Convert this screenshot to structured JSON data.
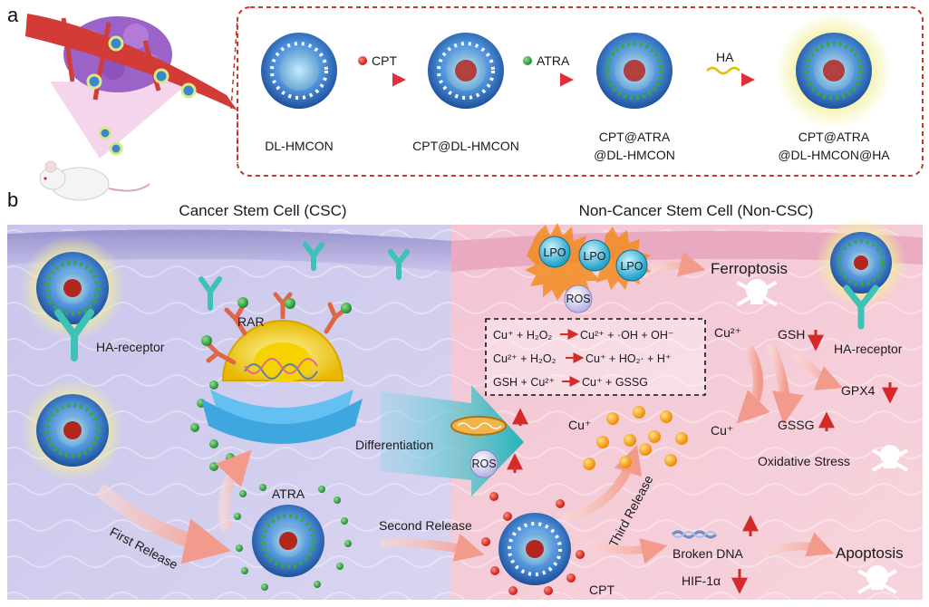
{
  "panel_a": {
    "letter": "a",
    "stages": [
      {
        "label_lines": [
          "DL-HMCON"
        ]
      },
      {
        "label_lines": [
          "CPT@DL-HMCON"
        ]
      },
      {
        "label_lines": [
          "CPT@ATRA",
          "@DL-HMCON"
        ]
      },
      {
        "label_lines": [
          "CPT@ATRA",
          "@DL-HMCON@HA"
        ]
      }
    ],
    "arrow_labels": [
      "CPT",
      "ATRA",
      "HA"
    ]
  },
  "panel_b": {
    "letter": "b",
    "left_title": "Cancer Stem Cell (CSC)",
    "right_title": "Non-Cancer Stem Cell (Non-CSC)",
    "ha_receptor_label": "HA-receptor",
    "rar_label": "RAR",
    "atra_label": "ATRA",
    "differentiation_label": "Differentiation",
    "first_release_label": "First Release",
    "second_release_label": "Second Release",
    "third_release_label": "Third Release",
    "lpo_labels": [
      "LPO",
      "LPO",
      "LPO"
    ],
    "ferroptosis_label": "Ferroptosis",
    "ros_label": "ROS",
    "ros_label_2": "ROS",
    "cu2_label": "Cu²⁺",
    "cu_plus_label": "Cu⁺",
    "cu_plus_label_2": "Cu⁺",
    "gsh_label": "GSH",
    "ha_receptor_right_label": "HA-receptor",
    "gpx4_label": "GPX4",
    "gssg_label": "GSSG",
    "oxidative_stress_label": "Oxidative Stress",
    "broken_dna_label": "Broken DNA",
    "apoptosis_label": "Apoptosis",
    "hif_label": "HIF-1α",
    "cpt_label": "CPT",
    "reactions": [
      {
        "left": "Cu⁺ + H₂O₂",
        "right": "Cu²⁺ + ·OH + OH⁻"
      },
      {
        "left": "Cu²⁺ + H₂O₂",
        "right": "Cu⁺ + HO₂· + H⁺"
      },
      {
        "left": "GSH + Cu²⁺",
        "right": "Cu⁺ + GSSG"
      }
    ]
  },
  "colors": {
    "accent_red": "#d42a2a",
    "dashed_frame": "#c0392b",
    "particle_blue": "#3f7fd0",
    "atra_green": "#2e9a3e",
    "cpt_red": "#d3211b",
    "cu_orange": "#f39a12",
    "ha_yellow": "#e8df7a"
  }
}
